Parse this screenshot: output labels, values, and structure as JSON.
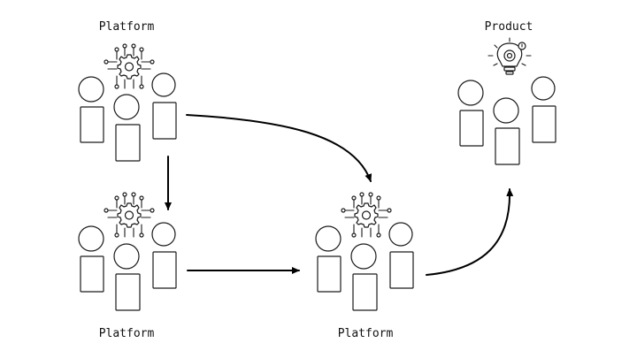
{
  "labels": {
    "platform_top_left": "Platform",
    "platform_bottom_left": "Platform",
    "platform_bottom_middle": "Platform",
    "product_top_right": "Product"
  },
  "icons": {
    "platform_group_icon": "gear-circuit-icon",
    "product_group_icon": "lightbulb-gear-icon"
  },
  "colors": {
    "background": "#ffffff",
    "ink": "#1a1a1a"
  }
}
